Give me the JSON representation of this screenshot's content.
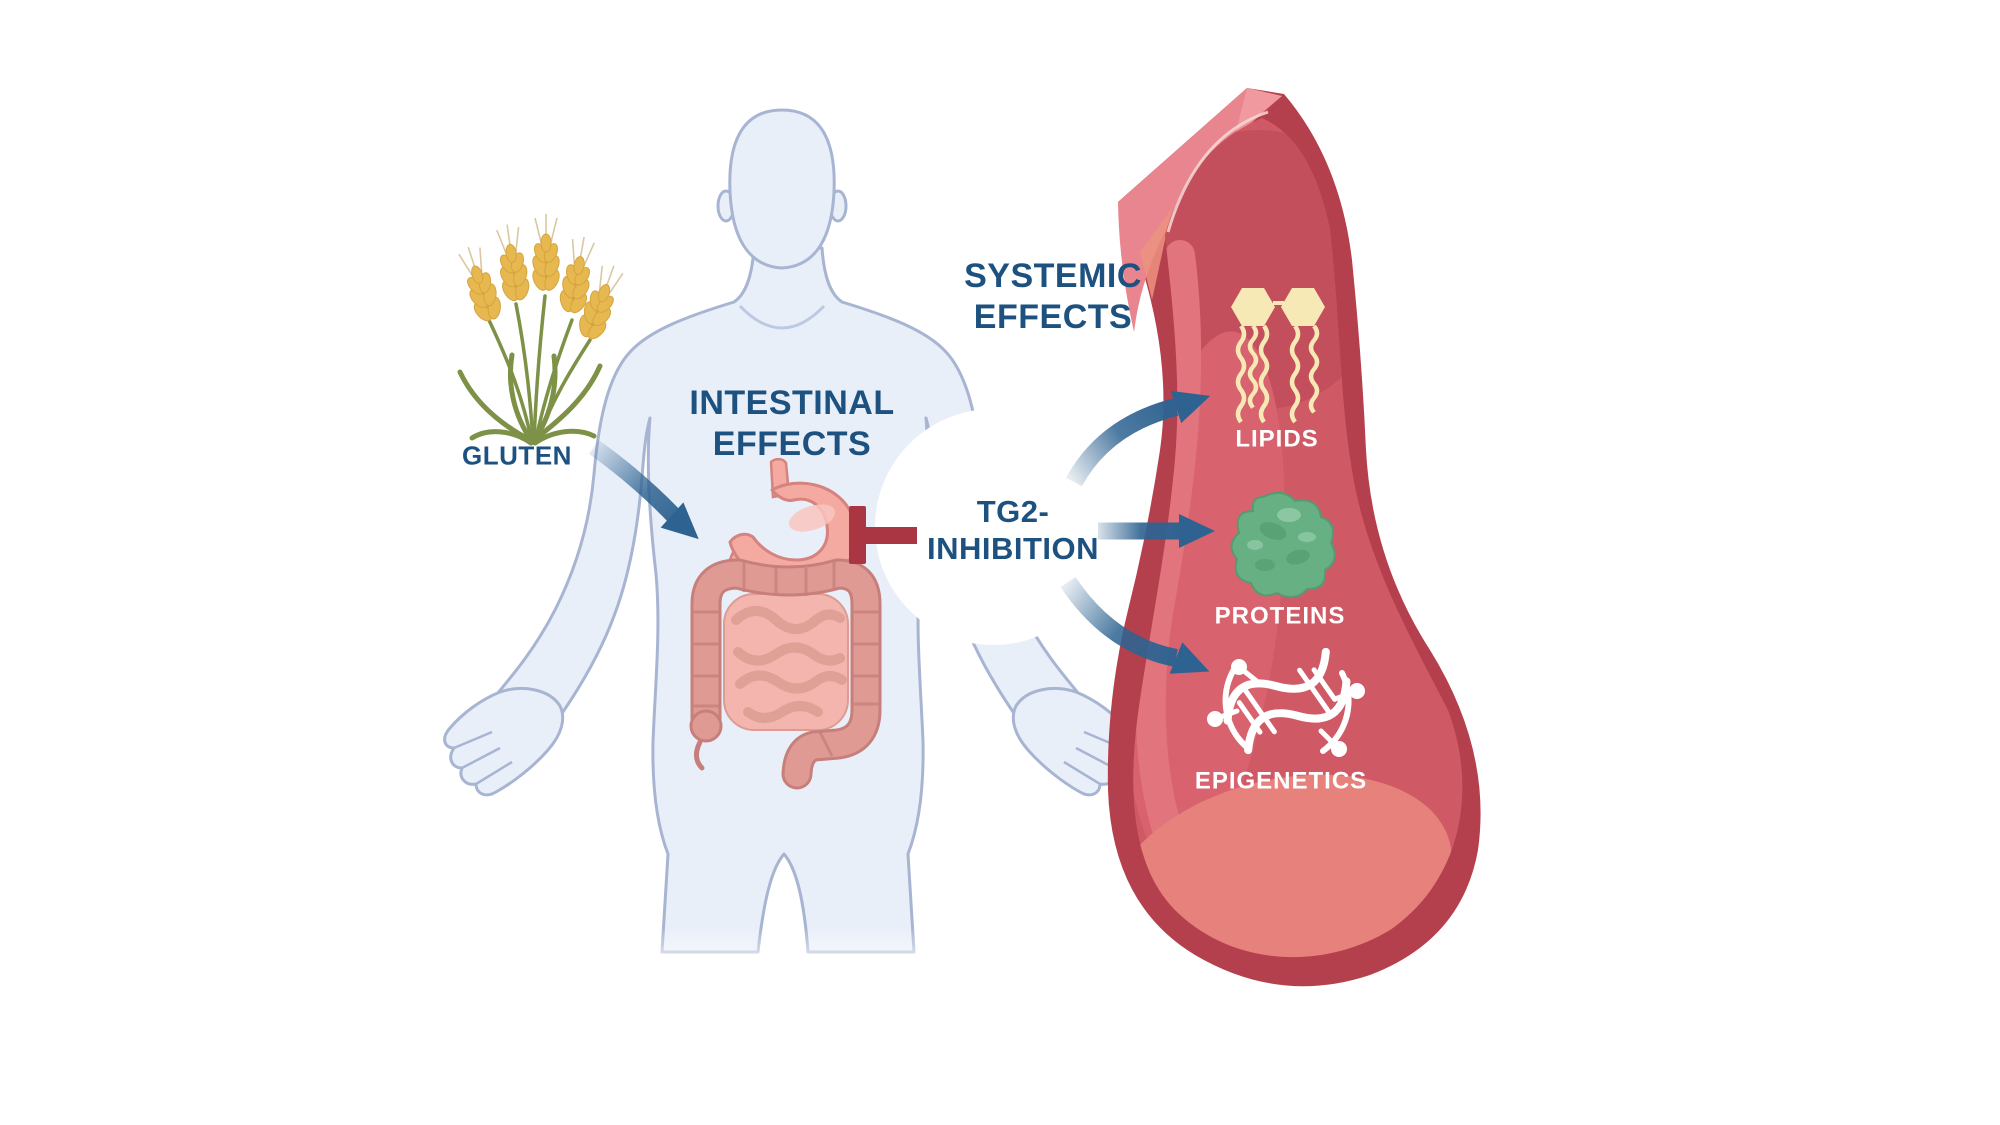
{
  "labels": {
    "gluten": "GLUTEN",
    "intestinal_effects": {
      "line1": "INTESTINAL",
      "line2": "EFFECTS"
    },
    "tg2_inhibition": {
      "line1": "TG2-",
      "line2": "INHIBITION"
    },
    "systemic_effects": {
      "line1": "SYSTEMIC",
      "line2": "EFFECTS"
    },
    "lipids": "LIPIDS",
    "proteins": "PROTEINS",
    "epigenetics": "EPIGENETICS"
  },
  "icons": [
    {
      "name": "wheat-icon",
      "meaning": "gluten / wheat ears"
    },
    {
      "name": "human-body-figure",
      "meaning": "human silhouette with digestive tract"
    },
    {
      "name": "stomach-icon",
      "meaning": "stomach"
    },
    {
      "name": "intestines-icon",
      "meaning": "small and large intestine"
    },
    {
      "name": "gluten-arrow",
      "meaning": "gluten intake into gut"
    },
    {
      "name": "tg2-inhibitor-tbar-icon",
      "meaning": "inhibition T-bar toward gut"
    },
    {
      "name": "blood-vessel",
      "meaning": "cut-open blood vessel, systemic compartment"
    },
    {
      "name": "lipids-icon",
      "meaning": "phospholipid molecules"
    },
    {
      "name": "protein-icon",
      "meaning": "green protein blob"
    },
    {
      "name": "epigenetics-dna-icon",
      "meaning": "DNA helix with methyl marks in circle"
    },
    {
      "name": "arrow-to-lipids",
      "meaning": "systemic effect on lipids"
    },
    {
      "name": "arrow-to-proteins",
      "meaning": "systemic effect on proteins"
    },
    {
      "name": "arrow-to-epigenetics",
      "meaning": "systemic effect on epigenetics"
    }
  ],
  "colors": {
    "label_blue": "#1d5180",
    "arrow_blue": "#2e6391",
    "inhibitor_red": "#a93642",
    "body_fill": "#e9eff9",
    "body_stroke": "#a7b5d2",
    "stomach_pink": "#f4a9a1",
    "colon_pink": "#e09a94",
    "small_intestine_pink": "#f3b5ad",
    "vessel_outer_red": "#b5404d",
    "vessel_wall_pink": "#e8858e",
    "vessel_lumen_red": "#cf5a66",
    "lipid_cream": "#f6e9b5",
    "protein_green": "#66b083",
    "wheat_gold": "#e6b84f",
    "wheat_green": "#7d9147",
    "vessel_label_white": "#ffffff"
  }
}
